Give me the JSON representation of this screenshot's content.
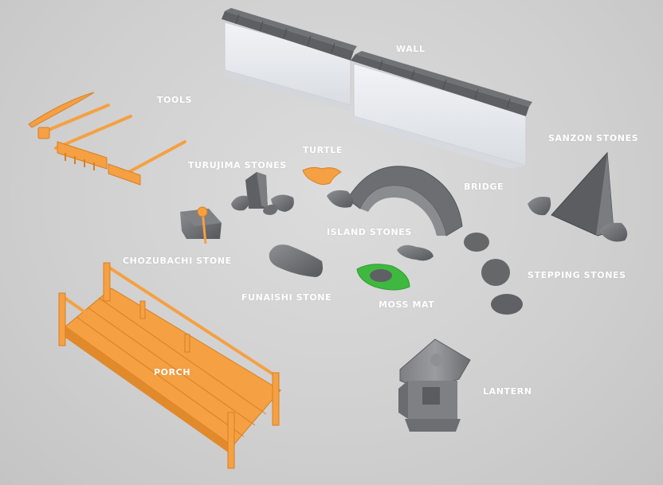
{
  "labels": {
    "wall": "WALL",
    "tools": "TOOLS",
    "sanzon_stones": "SANZON STONES",
    "turtle": "TURTLE",
    "turujima_stones": "TURUJIMA STONES",
    "bridge": "BRIDGE",
    "island_stones": "ISLAND STONES",
    "chozubachi_stone": "CHOZUBACHI STONE",
    "stepping_stones": "STEPPING STONES",
    "funaishi_stone": "FUNAISHI STONE",
    "moss_mat": "MOSS MAT",
    "porch": "PORCH",
    "lantern": "LANTERN"
  },
  "colors": {
    "orange": "#f5a043",
    "orange_dark": "#d97f22",
    "stone": "#6f7174",
    "stone_light": "#8c8e91",
    "stone_dark": "#4e5053",
    "wall_white": "#eef0f3",
    "roof": "#5d5f62",
    "moss": "#3fb83f",
    "label": "#ffffff"
  }
}
